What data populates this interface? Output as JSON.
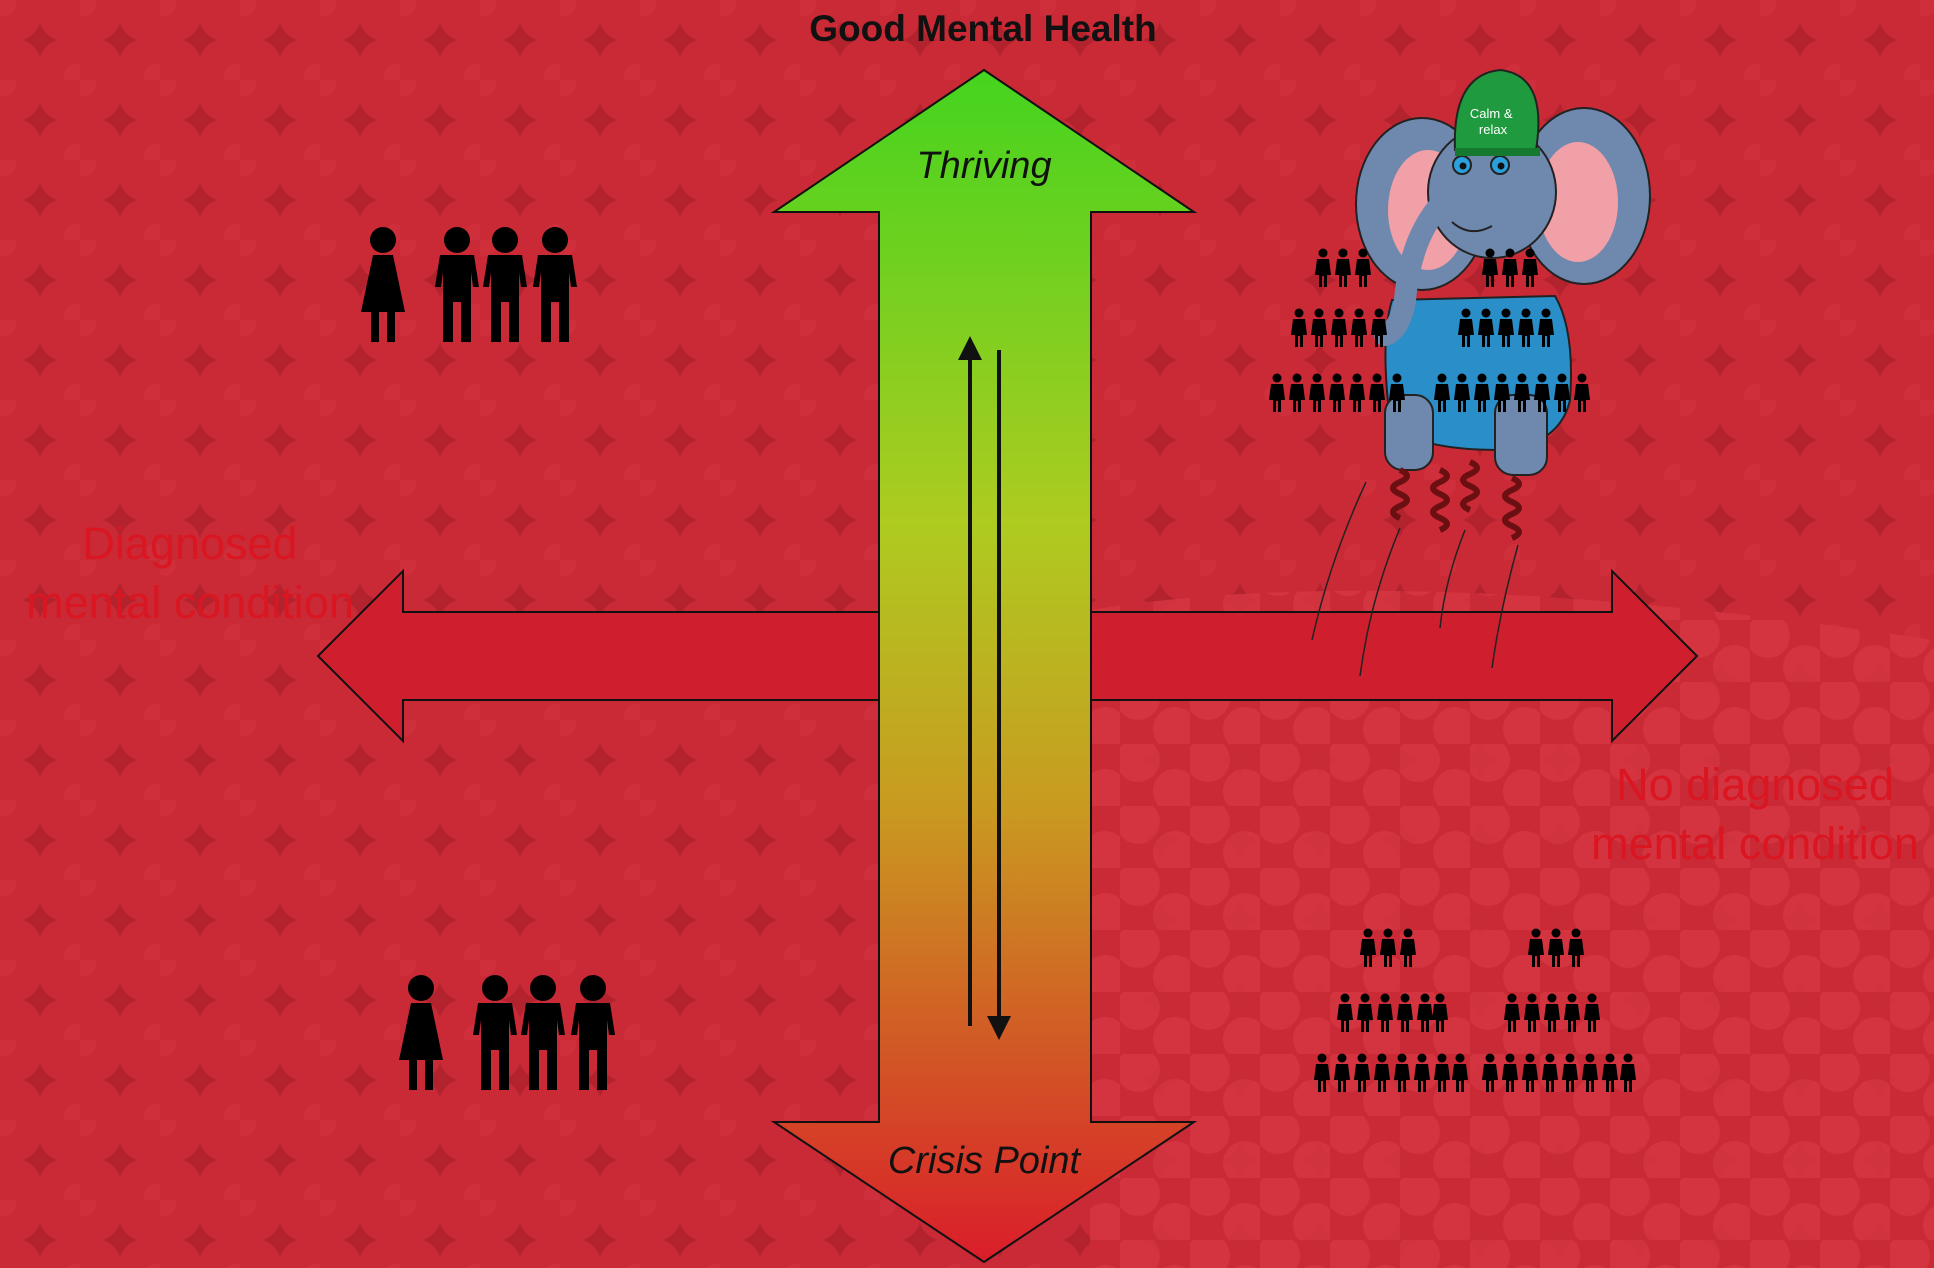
{
  "diagram": {
    "title": "Good Mental Health",
    "top_label": "Thriving",
    "bottom_label": "Crisis Point",
    "left_label_lines": [
      "Diagnosed",
      "mental condition"
    ],
    "right_label_lines": [
      "No diagnosed",
      "mental condition"
    ],
    "mascot_cap_text": [
      "Calm &",
      "relax"
    ]
  },
  "colors": {
    "background": "#c92a36",
    "horizontal_arrow": "#cf1f2e",
    "vertical_gradient_top": "#44d41f",
    "vertical_gradient_mid": "#aecb20",
    "vertical_gradient_bottom": "#da1d2a",
    "label_red": "#d91622",
    "elephant_skin": "#6f88ad",
    "cap_green": "#1f9a3e",
    "shirt_blue": "#2a8fc9"
  },
  "icons": {
    "people_group": "people-group-icon",
    "crowd": "crowd-icon",
    "mascot": "elephant-mascot"
  }
}
